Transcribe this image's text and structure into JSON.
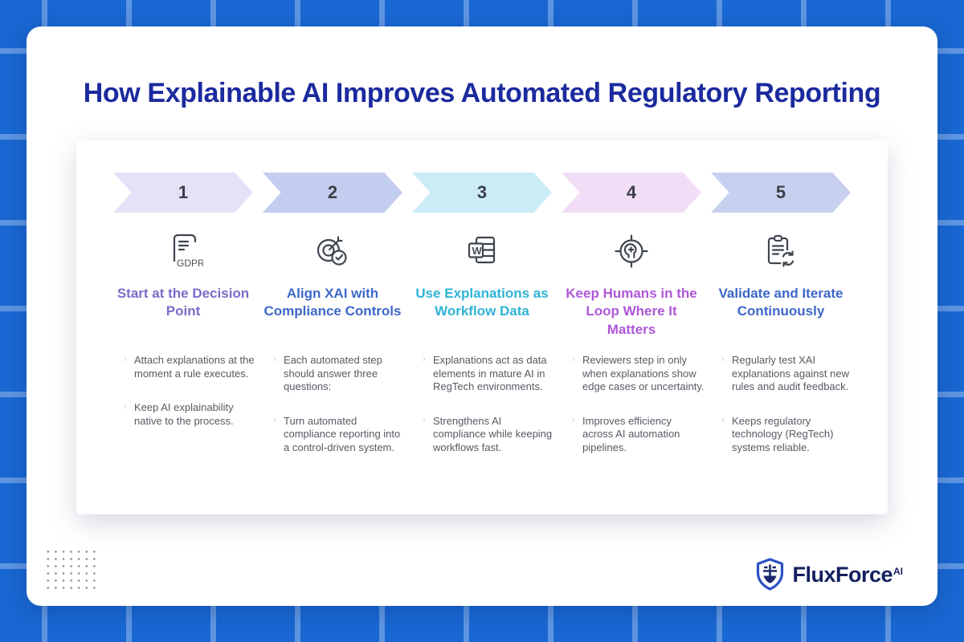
{
  "page": {
    "title": "How Explainable AI Improves Automated Regulatory Reporting",
    "title_color": "#1b2a9e"
  },
  "steps": [
    {
      "number": "1",
      "arrow_color": "#e7e1f8",
      "icon": "gdpr-scroll-icon",
      "icon_label": "GDPR",
      "heading": "Start at the Decision Point",
      "heading_color": "#7a6bc9",
      "bullets": [
        "Attach explanations at the moment a rule executes.",
        "Keep AI explainability native to the process."
      ]
    },
    {
      "number": "2",
      "arrow_color": "#c3cdf0",
      "icon": "target-check-icon",
      "heading": "Align XAI with Compliance Controls",
      "heading_color": "#3d68c8",
      "bullets": [
        "Each automated step should answer three questions:",
        "Turn automated compliance reporting into a control-driven system."
      ]
    },
    {
      "number": "3",
      "arrow_color": "#cbecf7",
      "icon": "word-document-icon",
      "icon_letter": "W",
      "heading": "Use Explanations as Workflow Data",
      "heading_color": "#2fb3d5",
      "bullets": [
        "Explanations act as data elements in mature AI in RegTech environments.",
        "Strengthens AI compliance while keeping workflows fast."
      ]
    },
    {
      "number": "4",
      "arrow_color": "#f2ddf6",
      "icon": "human-target-icon",
      "heading": "Keep Humans in the Loop Where It Matters",
      "heading_color": "#ae58d8",
      "bullets": [
        "Reviewers step in only when explanations show edge cases or uncertainty.",
        "Improves efficiency across AI automation pipelines."
      ]
    },
    {
      "number": "5",
      "arrow_color": "#c7d1ef",
      "icon": "clipboard-sync-icon",
      "heading": "Validate and Iterate Continuously",
      "heading_color": "#3d68c8",
      "bullets": [
        "Regularly test XAI explanations against new rules and audit feedback.",
        "Keeps regulatory technology (RegTech) systems reliable."
      ]
    }
  ],
  "footer": {
    "brand": "FluxForce",
    "brand_suffix": "AI",
    "shield_outline_color": "#2b51c5",
    "shield_inner_color": "#1b2a6e"
  }
}
